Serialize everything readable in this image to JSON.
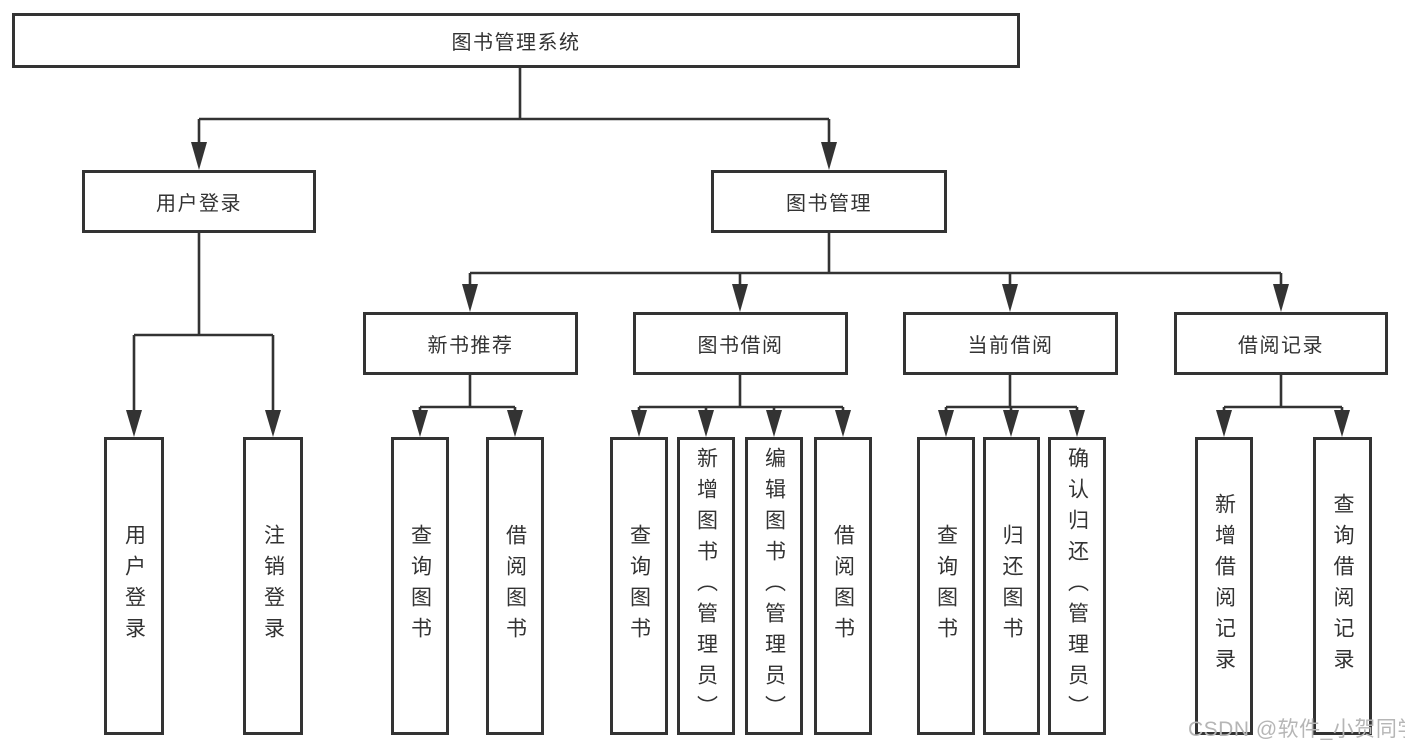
{
  "diagram": {
    "root": {
      "label": "图书管理系统"
    },
    "branches": [
      {
        "label": "用户登录",
        "children": [
          {
            "label": "用户登录"
          },
          {
            "label": "注销登录"
          }
        ]
      },
      {
        "label": "图书管理",
        "children": [
          {
            "label": "新书推荐",
            "children": [
              {
                "label": "查询图书"
              },
              {
                "label": "借阅图书"
              }
            ]
          },
          {
            "label": "图书借阅",
            "children": [
              {
                "label": "查询图书"
              },
              {
                "label": "新增图书（管理员）"
              },
              {
                "label": "编辑图书（管理员）"
              },
              {
                "label": "借阅图书"
              }
            ]
          },
          {
            "label": "当前借阅",
            "children": [
              {
                "label": "查询图书"
              },
              {
                "label": "归还图书"
              },
              {
                "label": "确认归还（管理员）"
              }
            ]
          },
          {
            "label": "借阅记录",
            "children": [
              {
                "label": "新增借阅记录"
              },
              {
                "label": "查询借阅记录"
              }
            ]
          }
        ]
      }
    ]
  },
  "watermark": {
    "text": "CSDN @软件_小贺同学"
  },
  "colors": {
    "line": "#333333",
    "text": "#333333",
    "watermark": "#b6b6b6",
    "background": "#ffffff"
  }
}
